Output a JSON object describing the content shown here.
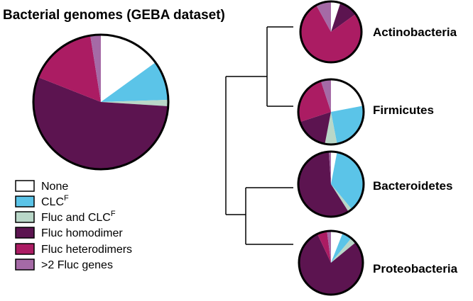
{
  "title": "Bacterial genomes (GEBA dataset)",
  "legend": [
    {
      "label": "None",
      "sup": "",
      "color": "#ffffff"
    },
    {
      "label": "CLC",
      "sup": "F",
      "color": "#5bc4e8"
    },
    {
      "label": "Fluc and CLC",
      "sup": "F",
      "color": "#b9d7c8"
    },
    {
      "label": "Fluc homodimer",
      "sup": "",
      "color": "#5c1450"
    },
    {
      "label": "Fluc heterodimers",
      "sup": "",
      "color": "#ab1c63"
    },
    {
      "label": ">2 Fluc genes",
      "sup": "",
      "color": "#a56aa6"
    }
  ],
  "chart_data": [
    {
      "type": "pie",
      "title": "Bacterial genomes (GEBA dataset)",
      "categories": [
        "None",
        "CLCF",
        "Fluc and CLCF",
        "Fluc homodimer",
        "Fluc heterodimers",
        ">2 Fluc genes"
      ],
      "values": [
        15,
        9.5,
        1.5,
        55,
        16.5,
        2.5
      ]
    },
    {
      "type": "pie",
      "title": "Actinobacteria",
      "categories": [
        "None",
        "CLCF",
        "Fluc and CLCF",
        "Fluc homodimer",
        "Fluc heterodimers",
        ">2 Fluc genes"
      ],
      "values": [
        5,
        0,
        0,
        10,
        77,
        8
      ]
    },
    {
      "type": "pie",
      "title": "Firmicutes",
      "categories": [
        "None",
        "CLCF",
        "Fluc and CLCF",
        "Fluc homodimer",
        "Fluc heterodimers",
        ">2 Fluc genes"
      ],
      "values": [
        22,
        25,
        6,
        17,
        25,
        5
      ]
    },
    {
      "type": "pie",
      "title": "Bacteroidetes",
      "categories": [
        "None",
        "CLCF",
        "Fluc and CLCF",
        "Fluc homodimer",
        "Fluc heterodimers",
        ">2 Fluc genes"
      ],
      "values": [
        3,
        36,
        2,
        58,
        0,
        1
      ]
    },
    {
      "type": "pie",
      "title": "Proteobacteria",
      "categories": [
        "None",
        "CLCF",
        "Fluc and CLCF",
        "Fluc homodimer",
        "Fluc heterodimers",
        ">2 Fluc genes"
      ],
      "values": [
        6,
        5,
        3,
        79,
        5,
        2
      ]
    }
  ]
}
